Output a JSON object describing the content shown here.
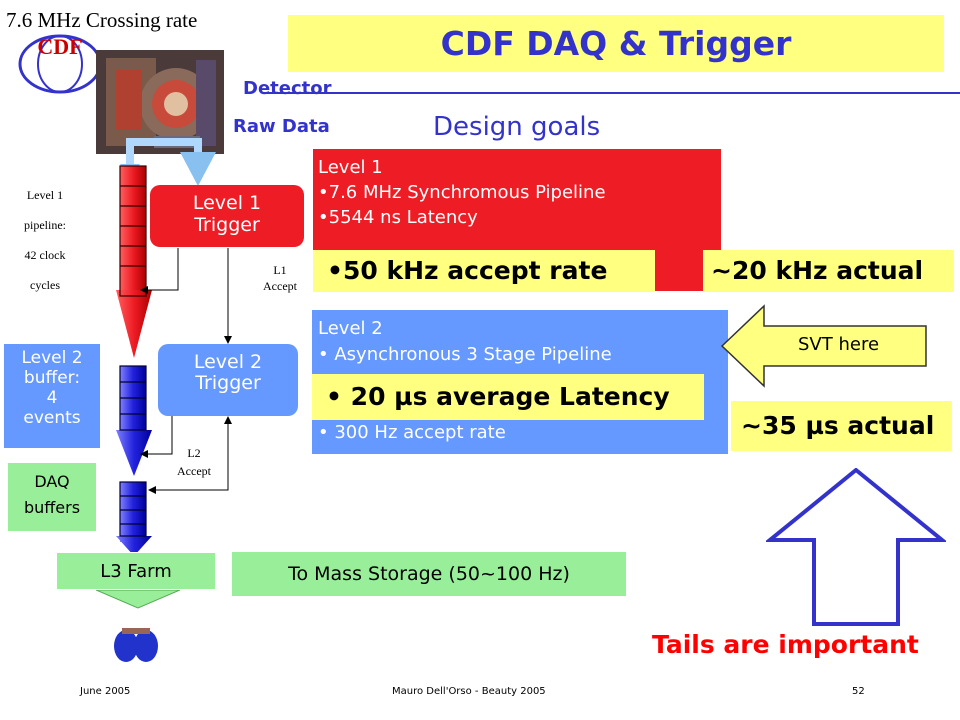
{
  "header": {
    "title": "CDF DAQ & Trigger",
    "crossing_rate": "7.6 MHz Crossing  rate",
    "logo_text": "CDF"
  },
  "labels": {
    "detector": "Detector",
    "raw_data": "Raw Data",
    "design_goals": "Design goals",
    "level1_pipeline": [
      "Level 1",
      "pipeline:",
      "42 clock",
      "cycles"
    ],
    "l1_accept": [
      "L1",
      "Accept"
    ],
    "l2_accept": [
      "L2",
      "Accept"
    ]
  },
  "boxes": {
    "level1_trigger": [
      "Level 1",
      "Trigger"
    ],
    "level2_trigger": [
      "Level 2",
      "Trigger"
    ],
    "level2_buffer": [
      "Level 2",
      "buffer:",
      "4",
      "events"
    ],
    "daq_buffers": [
      "DAQ",
      "buffers"
    ],
    "l3_farm": "L3 Farm",
    "mass_storage": "To Mass Storage (50~100 Hz)"
  },
  "level1_panel": {
    "heading": "Level 1",
    "items": [
      "7.6 MHz Synchromous Pipeline",
      "5544 ns Latency"
    ]
  },
  "level2_panel": {
    "heading": "Level 2",
    "items": [
      "Asynchronous 3 Stage Pipeline",
      "300 Hz accept rate"
    ]
  },
  "highlights": {
    "accept_rate": "•50 kHz accept rate",
    "accept_actual": "~20 kHz actual",
    "latency": "• 20 µs average Latency",
    "latency_actual": "~35 µs actual",
    "svt": "SVT here",
    "tails": "Tails are important"
  },
  "footer": {
    "date": "June 2005",
    "author": "Mauro Dell'Orso - Beauty 2005",
    "page": "52"
  },
  "colors": {
    "title_blue": "#3333cc",
    "yellow": "#ffff80",
    "level1_red": "#ee1c24",
    "level2_blue": "#6699ff",
    "green": "#99ee99",
    "tails_red": "#ff0000"
  }
}
